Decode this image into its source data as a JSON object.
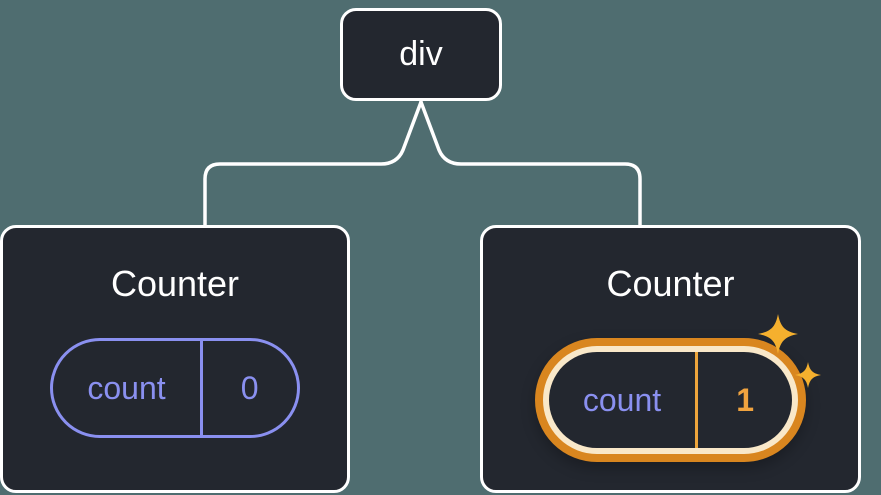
{
  "diagram": {
    "description_icon": "component-tree-diagram",
    "root": {
      "label": "div"
    },
    "children": [
      {
        "title": "Counter",
        "state": {
          "key": "count",
          "value": "0"
        },
        "highlighted": false
      },
      {
        "title": "Counter",
        "state": {
          "key": "count",
          "value": "1"
        },
        "highlighted": true
      }
    ]
  },
  "colors": {
    "background": "#4f6d70",
    "node_background": "#23272f",
    "node_border": "#ffffff",
    "connector": "#ffffff",
    "state_accent": "#8a90f0",
    "highlight_ring": "#d9861f",
    "highlight_inner": "#f9e8c9",
    "highlight_value": "#f0a33f",
    "sparkle": "#f5b02e"
  },
  "icons": {
    "sparkle_big": "sparkle-icon",
    "sparkle_small": "sparkle-icon"
  }
}
